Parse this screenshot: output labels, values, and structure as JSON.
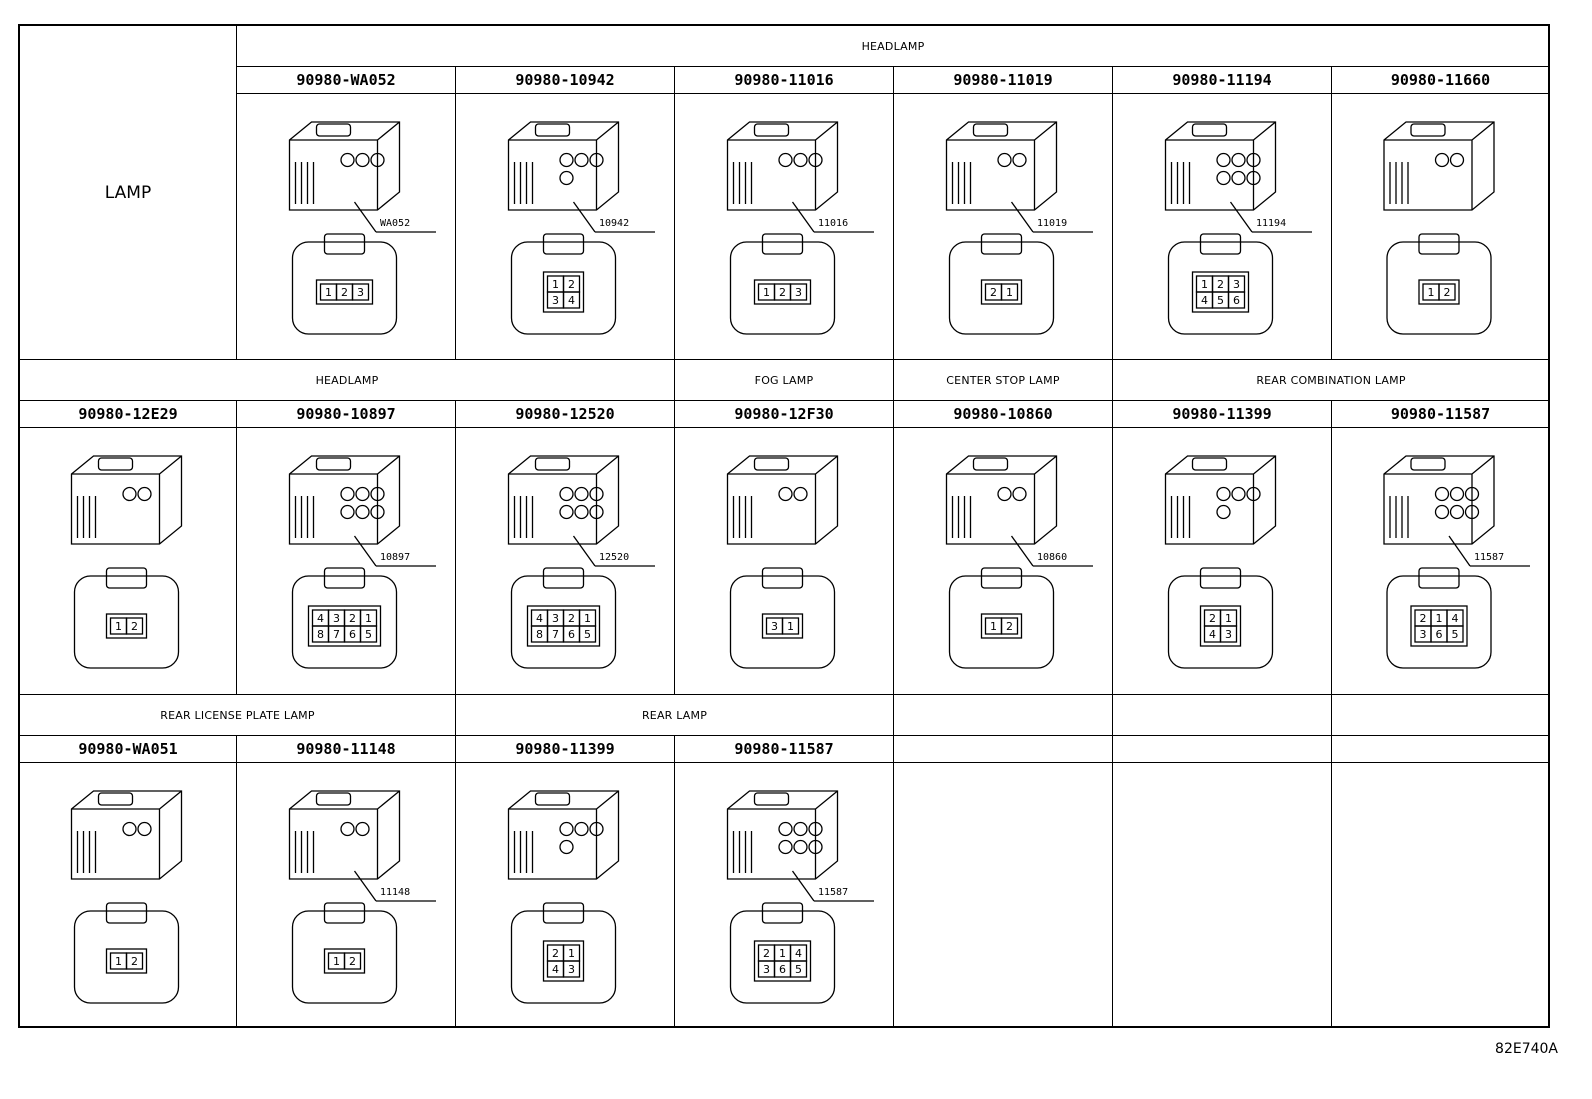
{
  "diagram": {
    "lamp_label": "LAMP",
    "row1": {
      "category": "HEADLAMP",
      "part_numbers": [
        "90980-WA052",
        "90980-10942",
        "90980-11016",
        "90980-11019",
        "90980-11194",
        "90980-11660"
      ],
      "callouts": [
        "WA052",
        "10942",
        "11016",
        "11019",
        "11194"
      ],
      "pin_labels": [
        [
          "1",
          "2",
          "3"
        ],
        [
          "1",
          "2",
          "3",
          "4"
        ],
        [
          "1",
          "2",
          "3"
        ],
        [
          "2",
          "1"
        ],
        [
          "1",
          "2",
          "3",
          "4",
          "5",
          "6"
        ],
        [
          "1",
          "2"
        ]
      ]
    },
    "row2": {
      "categories": [
        "HEADLAMP",
        "FOG LAMP",
        "CENTER STOP LAMP",
        "REAR COMBINATION LAMP"
      ],
      "part_numbers": [
        "90980-12E29",
        "90980-10897",
        "90980-12520",
        "90980-12F30",
        "90980-10860",
        "90980-11399",
        "90980-11587"
      ],
      "callouts": [
        "10897",
        "12520",
        "10860",
        "11587"
      ],
      "pin_labels": [
        [
          "1",
          "2"
        ],
        [
          "4",
          "3",
          "2",
          "1",
          "8",
          "7",
          "6",
          "5"
        ],
        [
          "4",
          "3",
          "2",
          "1",
          "8",
          "7",
          "6",
          "5"
        ],
        [
          "3",
          "1"
        ],
        [
          "1",
          "2"
        ],
        [
          "2",
          "1",
          "4",
          "3"
        ],
        [
          "2",
          "1",
          "4",
          "3",
          "6",
          "5"
        ]
      ]
    },
    "row3": {
      "categories": [
        "REAR LICENSE PLATE LAMP",
        "REAR LAMP"
      ],
      "part_numbers": [
        "90980-WA051",
        "90980-11148",
        "90980-11399",
        "90980-11587"
      ],
      "callouts": [
        "11148",
        "11587"
      ],
      "pin_labels": [
        [
          "1",
          "2"
        ],
        [
          "1",
          "2"
        ],
        [
          "2",
          "1",
          "4",
          "3"
        ],
        [
          "2",
          "1",
          "4",
          "3",
          "6",
          "5"
        ]
      ]
    },
    "figure_code": "82E740A"
  }
}
